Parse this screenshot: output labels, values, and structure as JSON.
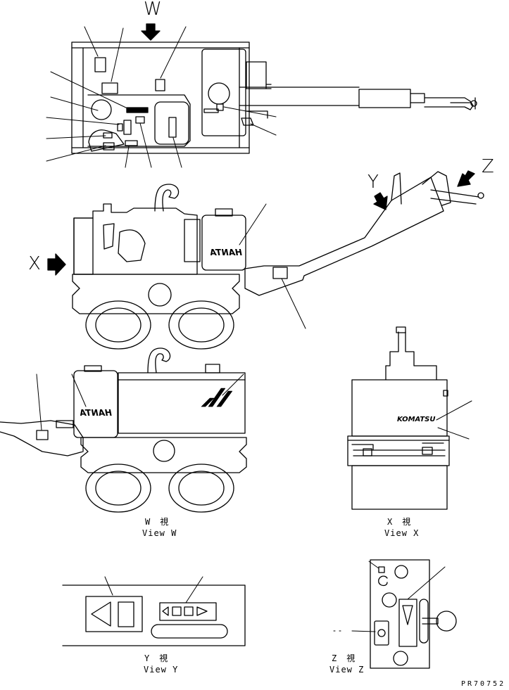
{
  "view_letters": {
    "w": "W",
    "x": "X",
    "y": "Y",
    "z": "Z"
  },
  "captions": {
    "w_kanji": "W　視",
    "w_en": "View W",
    "x_kanji": "X　視",
    "x_en": "View X",
    "y_kanji": "Y　視",
    "y_en": "View Y",
    "z_kanji": "Z　視",
    "z_en": "View Z"
  },
  "decals": {
    "hanta_side": "HANTA",
    "hanta_front": "HANTA",
    "komatsu": "KOMATSU"
  },
  "drawing_code": "PR70752",
  "colors": {
    "ink": "#000000",
    "paper": "#ffffff"
  }
}
